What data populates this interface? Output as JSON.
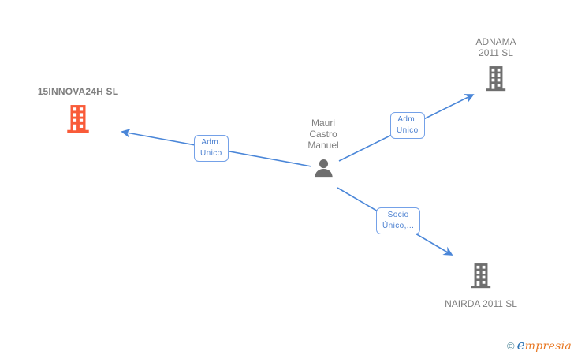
{
  "colors": {
    "edge_blue": "#4a86d8",
    "edge_label_border": "#74a1e8",
    "edge_label_text": "#4a7fd0",
    "node_gray_text": "#7e7e7e",
    "node_gray_icon": "#6e6e6e",
    "highlight_orange": "#f95b39",
    "logo_copyright": "#5b8fa0",
    "logo_e_blue": "#2e75b6",
    "logo_rest_orange": "#e87722"
  },
  "person": {
    "name": "Mauri Castro Manuel",
    "line1": "Mauri",
    "line2": "Castro",
    "line3": "Manuel"
  },
  "companies": {
    "topleft": {
      "name": "15INNOVA24H SL",
      "highlighted": true
    },
    "topright": {
      "name": "ADNAMA 2011 SL",
      "line1": "ADNAMA",
      "line2": "2011 SL"
    },
    "bottomright": {
      "name": "NAIRDA 2011 SL"
    }
  },
  "edge_labels": {
    "left": {
      "line1": "Adm.",
      "line2": "Unico"
    },
    "right": {
      "line1": "Adm.",
      "line2": "Unico"
    },
    "bottom": {
      "line1": "Socio",
      "line2": "Único,..."
    }
  },
  "footer": {
    "copyright_symbol": "©",
    "brand_initial": "e",
    "brand_rest": "mpresia"
  }
}
